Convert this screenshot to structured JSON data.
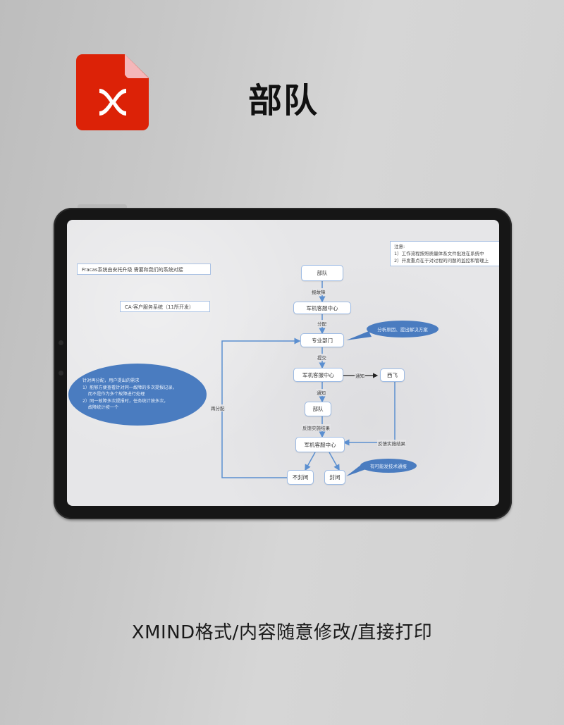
{
  "header": {
    "app_icon": "xmind-file-icon",
    "title": "部队"
  },
  "diagram": {
    "info_boxes": [
      {
        "id": "fracas",
        "text": "Fracas系统由安托升级  需要和我们的系统对接"
      },
      {
        "id": "ca",
        "text": "CA-客户服务系统（11所开发）"
      }
    ],
    "note": {
      "title": "注意:",
      "lines": [
        "1）工作流程按照质量体系文件批准在系统中",
        "2）开发重点在于对过程的问题的监控和管理上"
      ]
    },
    "nodes": {
      "troops_top": "部队",
      "center_1": "军机客服中心",
      "dept": "专业部门",
      "center_2": "军机客服中心",
      "xifei": "西飞",
      "troops_mid": "部队",
      "center_3": "军机客服中心",
      "not_closed": "不封闭",
      "closed": "封闭"
    },
    "edge_labels": {
      "report_fault": "报故障",
      "assign": "分配",
      "submit": "提交",
      "notify_right": "通知",
      "notify_down": "通知",
      "feedback_1": "反馈实施结果",
      "feedback_2": "反馈实施结果",
      "reassign": "再分配"
    },
    "bubbles": {
      "analysis": "分析原因、提出解决方案",
      "tech_notice": "有可能发技术通报",
      "reassign_note": {
        "title": "针对再分配，用户提出的需求",
        "lines": [
          "1）能够方便查看针对同一故障的多次提报记录，",
          "    而不是作为多个故障进行处理",
          "2）同一故障多次提报时，任务统计按多次，",
          "    故障统计按一个"
        ]
      }
    }
  },
  "footer": {
    "caption": "XMIND格式/内容随意修改/直接打印"
  },
  "colors": {
    "brand_red": "#dc2207",
    "node_border": "#9dbbe4",
    "edge_blue": "#5b8fd0",
    "bubble_blue": "#4a7cc0"
  }
}
